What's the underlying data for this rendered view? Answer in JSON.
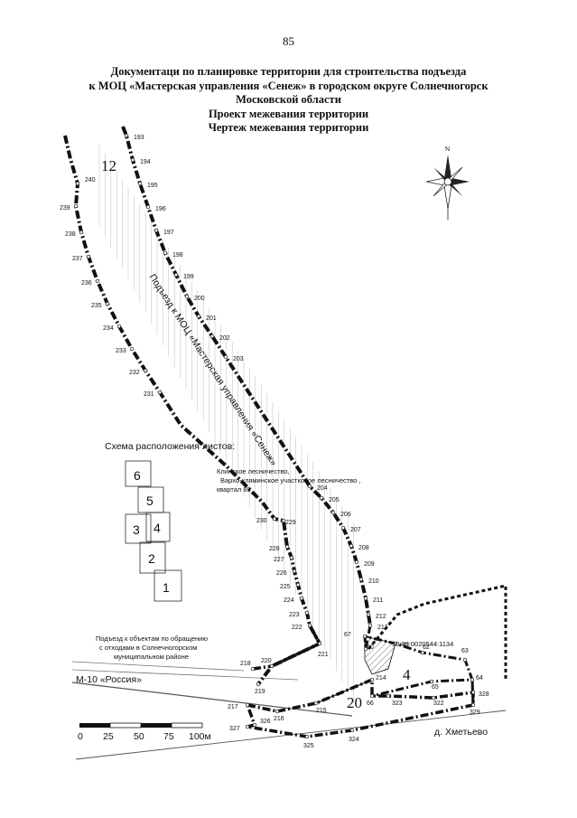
{
  "page_number": "85",
  "title_lines": [
    "Документаци по планировке территории для строительства подъезда",
    "к МОЦ «Мастерская управления «Сенеж» в городском округе Солнечногорск",
    "Московской области",
    "Проект межевания территории",
    "Чертеж межевания территории"
  ],
  "map": {
    "zone_labels": {
      "z12": "12",
      "z4": "4",
      "z20": "20"
    },
    "road_label": "Подъезд к МОЦ «Мастерская управления «Сенеж»",
    "forestry_note": [
      "Клинское лесничество,",
      "Вархо-кляминское участковое лесничество ,",
      "квартал 85"
    ],
    "cadastral": "50:09:0020544:1134",
    "waste_road_note": [
      "Подъезд к объектам по обращению",
      "с отходами в Солнечногорском",
      "муниципальном районе"
    ],
    "highway_label": "М-10 «Россия»",
    "village_label": "д. Хметьево",
    "compass_label": "N",
    "point_numbers": [
      "193",
      "194",
      "195",
      "196",
      "197",
      "198",
      "199",
      "200",
      "201",
      "202",
      "203",
      "204",
      "205",
      "206",
      "207",
      "208",
      "209",
      "210",
      "211",
      "212",
      "213",
      "240",
      "239",
      "238",
      "237",
      "236",
      "235",
      "234",
      "233",
      "232",
      "231",
      "230",
      "229",
      "228",
      "227",
      "226",
      "225",
      "224",
      "223",
      "222",
      "221",
      "220",
      "219",
      "218",
      "217",
      "216",
      "215",
      "214",
      "66",
      "67",
      "60",
      "61",
      "62",
      "63",
      "64",
      "65",
      "323",
      "322",
      "328",
      "329",
      "327",
      "326",
      "325",
      "324"
    ]
  },
  "sheet_scheme": {
    "title": "Схема расположения листов:",
    "sheets": [
      "6",
      "5",
      "3",
      "4",
      "2",
      "1"
    ]
  },
  "scale_bar": {
    "ticks": [
      "0",
      "25",
      "50",
      "75",
      "100м"
    ]
  }
}
